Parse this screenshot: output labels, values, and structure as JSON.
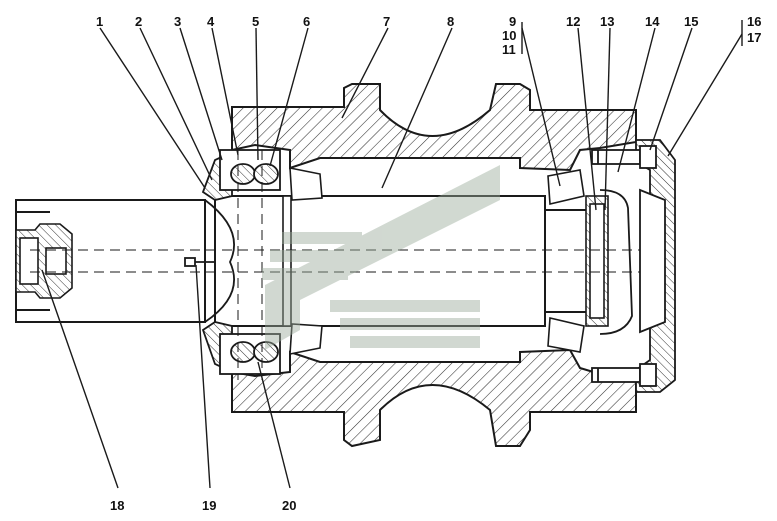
{
  "labels": {
    "l1": "1",
    "l2": "2",
    "l3": "3",
    "l4": "4",
    "l5": "5",
    "l6": "6",
    "l7": "7",
    "l8": "8",
    "l9": "9",
    "l10": "10",
    "l11": "11",
    "l12": "12",
    "l13": "13",
    "l14": "14",
    "l15": "15",
    "l16": "16",
    "l17": "17",
    "l18": "18",
    "l19": "19",
    "l20": "20"
  },
  "colors": {
    "line": "#1a1a1a",
    "hatch": "#333333",
    "watermark": "#9aaa9a"
  }
}
